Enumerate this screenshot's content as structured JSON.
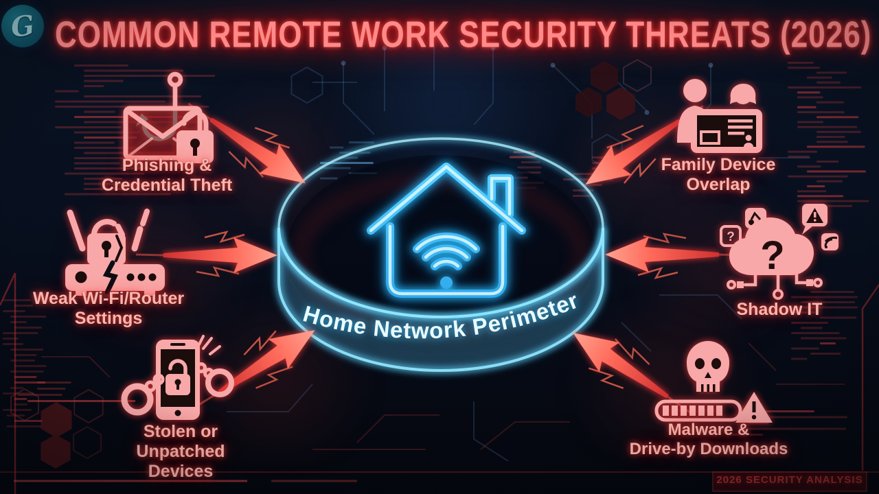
{
  "brand": {
    "monogram": "G"
  },
  "header": {
    "title": "COMMON REMOTE WORK SECURITY THREATS (2026)"
  },
  "center": {
    "ring_label": "Home Network Perimeter",
    "icon": "smart-home-wifi-icon"
  },
  "threats": [
    {
      "line1": "Phishing &",
      "line2": "Credential Theft",
      "icon": "email-hook-lock-icon",
      "position": "top-left"
    },
    {
      "line1": "Family Device",
      "line2": "Overlap",
      "icon": "family-shared-device-icon",
      "position": "top-right"
    },
    {
      "line1": "Weak Wi-Fi/Router",
      "line2": "Settings",
      "icon": "broken-router-lock-icon",
      "position": "middle-left"
    },
    {
      "line1": "Shadow IT",
      "line2": "",
      "icon": "unknown-cloud-apps-icon",
      "position": "middle-right"
    },
    {
      "line1": "Stolen or",
      "line2": "Unpatched Devices",
      "icon": "handcuffed-phone-icon",
      "position": "bottom-left"
    },
    {
      "line1": "Malware &",
      "line2": "Drive-by Downloads",
      "icon": "skull-download-warning-icon",
      "position": "bottom-right"
    }
  ],
  "footer": {
    "watermark": "2026 SECURITY ANALYSIS"
  },
  "colors": {
    "background": "#070d18",
    "threat_salmon": "#f7a5a5",
    "glow_red": "#ff4040",
    "ring_cyan": "#7fe3ff",
    "house_blue": "#3ec6ff",
    "title_red": "#ff8a8a",
    "watermark_red": "#9c2e2e",
    "logo_teal": "#116a7d"
  }
}
